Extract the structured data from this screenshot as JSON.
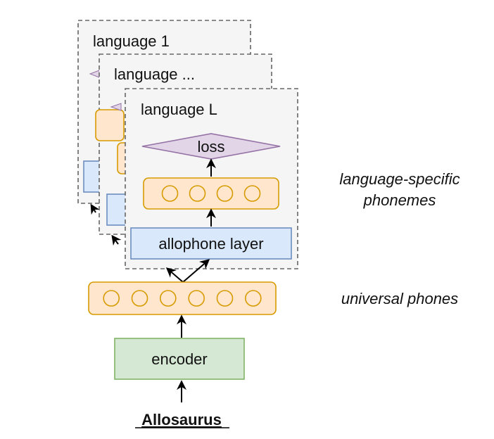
{
  "diagram": {
    "panels": {
      "back_title": "language 1",
      "mid_title": "language ...",
      "front_title": "language L"
    },
    "nodes": {
      "loss": "loss",
      "allophone_layer": "allophone layer",
      "encoder": "encoder",
      "input": "Allosaurus"
    },
    "annotations": {
      "language_specific_line1": "language-specific",
      "language_specific_line2": "phonemes",
      "universal": "universal phones"
    },
    "layers": {
      "phoneme_units": 4,
      "phone_units": 6
    },
    "colors": {
      "panel_fill": "#f5f5f5",
      "panel_border": "#666666",
      "orange_fill": "#ffe6cc",
      "orange_border": "#d79b00",
      "blue_fill": "#dae8fc",
      "blue_border": "#6c8ebf",
      "green_fill": "#d5e8d4",
      "green_border": "#82b366",
      "purple_fill": "#e1d5e7",
      "purple_border": "#9673a6"
    }
  }
}
